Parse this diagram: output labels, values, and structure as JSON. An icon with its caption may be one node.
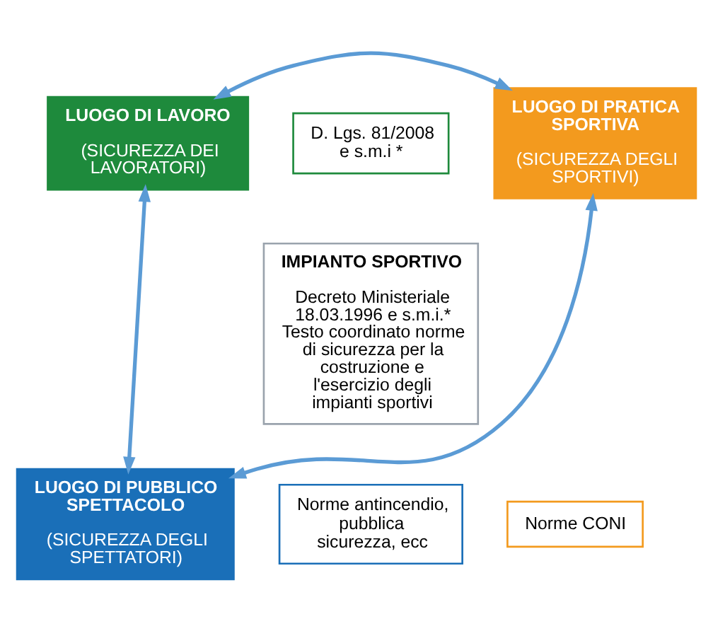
{
  "diagram": {
    "nodes": [
      {
        "text": [
          "IMPIANTO SPORTIVO",
          "Decreto Ministeriale 18.03.1996 e s.m.i.* Testo coordinato norme di sicurezza per la costruzione e l'esercizio degli impianti sportivi"
        ]
      },
      {
        "text": [
          "LUOGO DI LAVORO",
          "(SICUREZZA DEI LAVORATORI)"
        ]
      },
      {
        "text": [
          "D. Lgs. 81/2008 e s.m.i *"
        ]
      },
      {
        "text": [
          "LUOGO DI PRATICA SPORTIVA",
          "(SICUREZZA DEGLI SPORTIVI)"
        ]
      },
      {
        "text": [
          "Norme CONI"
        ]
      },
      {
        "text": [
          "LUOGO DI PUBBLICO SPETTACOLO",
          "(SICUREZZA DEGLI SPETTATORI)"
        ]
      },
      {
        "text": [
          "Norme antincendio, pubblica sicurezza, ecc"
        ]
      }
    ],
    "edges": [
      {
        "from": 1,
        "to": 3,
        "arrow": "both"
      },
      {
        "from": 1,
        "to": 5,
        "arrow": "both"
      },
      {
        "from": 3,
        "to": 5,
        "arrow": "both"
      }
    ]
  }
}
